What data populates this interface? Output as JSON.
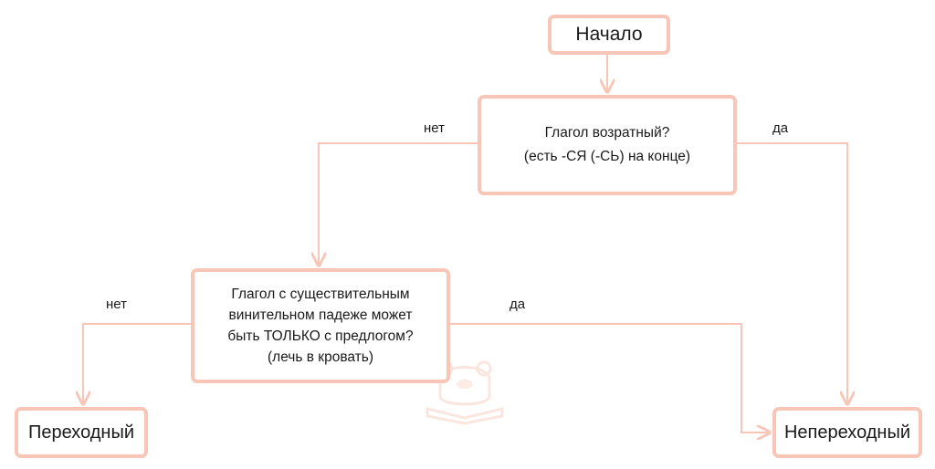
{
  "nodes": {
    "start": "Начало",
    "question1": {
      "line1": "Глагол возратный?",
      "line2": "(есть -СЯ (-СЬ) на конце)"
    },
    "question2": {
      "line1": "Глагол с существительным",
      "line2": "винительном падеже может",
      "line3": "быть ТОЛЬКО с предлогом?",
      "line4": "(лечь в кровать)"
    },
    "result_transitive": "Переходный",
    "result_intransitive": "Непереходный"
  },
  "edges": {
    "q1_no": "нет",
    "q1_yes": "да",
    "q2_no": "нет",
    "q2_yes": "да"
  },
  "colors": {
    "node_border": "#f8c6b6",
    "connector": "#f8c6b6",
    "text": "#1a1a1a",
    "background": "#ffffff"
  },
  "icons": {
    "watermark": "bear-book-logo-icon"
  }
}
